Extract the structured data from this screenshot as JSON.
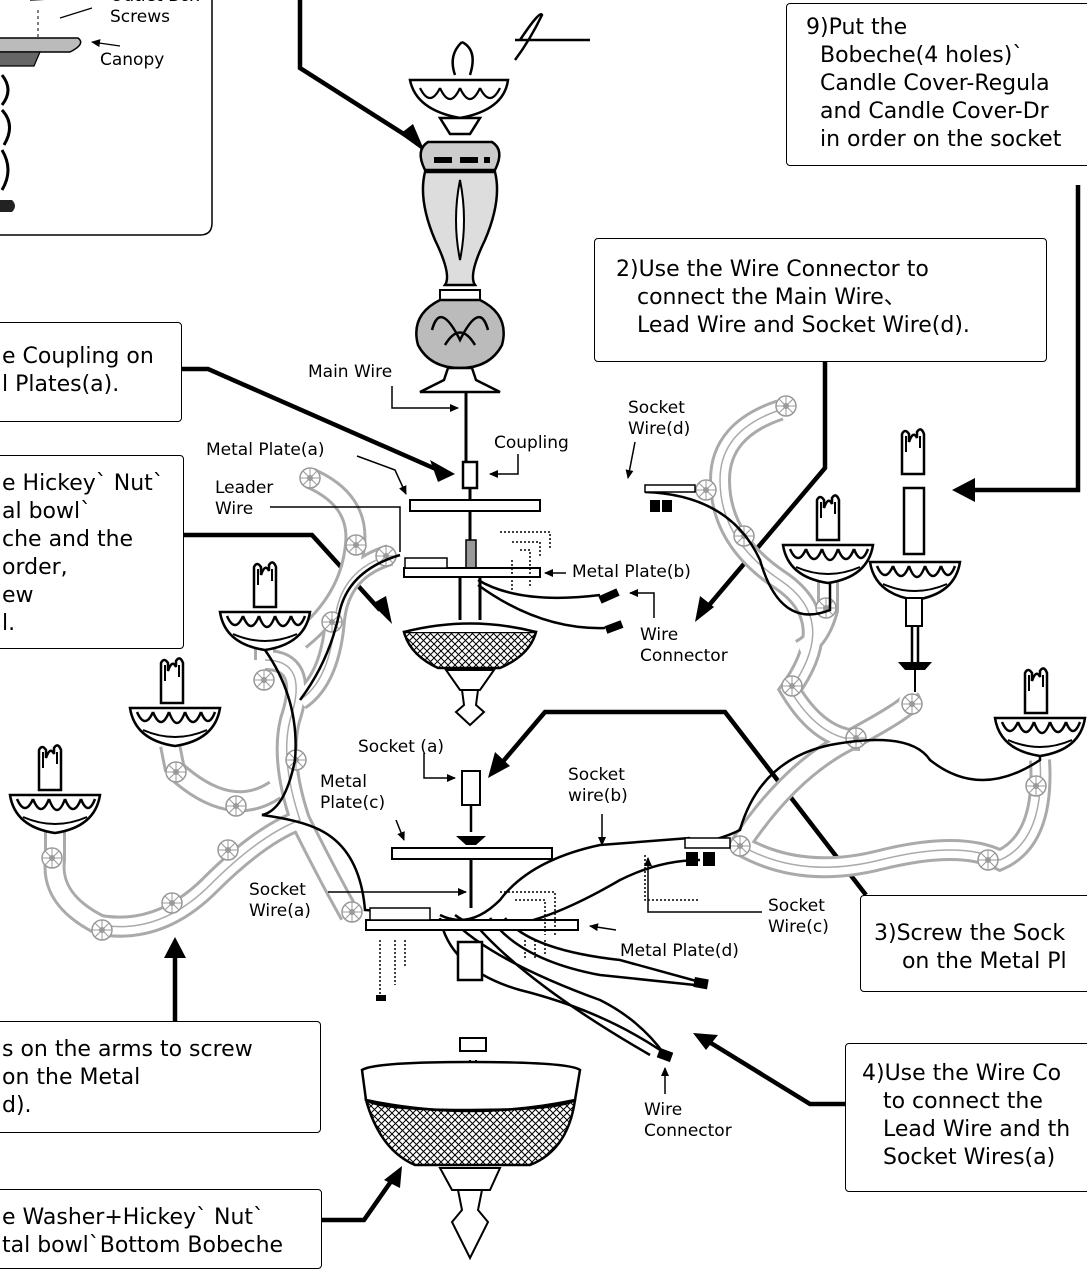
{
  "inset": {
    "outlet_box_screws": "Outlet Box\nScrews",
    "canopy": "Canopy"
  },
  "steps": {
    "step9": "9)Put the\n  Bobeche(4 holes)`\n  Candle Cover-Regula\n  and Candle Cover-Dr\n  in order on the socket",
    "step2": "2)Use the Wire Connector to\n   connect the Main Wire、\n   Lead Wire and Socket Wire(d).",
    "step_coupling": "e Coupling on\nl Plates(a).",
    "step_hickey": "e Hickey` Nut`\nal bowl`\nche and the\norder,\new\nl.",
    "step3": "3)Screw the Sock\n    on the Metal Pl",
    "step_arms": "s on the arms to screw\non the Metal\nd).",
    "step4": "4)Use the Wire Co\n   to connect the\n   Lead Wire and th\n   Socket Wires(a)",
    "step_washer": "e Washer+Hickey` Nut`\ntal bowl`Bottom Bobeche"
  },
  "labels": {
    "main_wire": "Main Wire",
    "coupling": "Coupling",
    "socket_wire_d": "Socket\nWire(d)",
    "metal_plate_a": "Metal Plate(a)",
    "leader_wire": "Leader\nWire",
    "metal_plate_b": "Metal Plate(b)",
    "wire_connector_top": "Wire\nConnector",
    "socket_a": "Socket (a)",
    "metal_plate_c": "Metal\nPlate(c)",
    "socket_wire_b": "Socket\nwire(b)",
    "socket_wire_a": "Socket\nWire(a)",
    "socket_wire_c": "Socket\nWire(c)",
    "metal_plate_d": "Metal Plate(d)",
    "wire_connector_bottom": "Wire\nConnector"
  }
}
